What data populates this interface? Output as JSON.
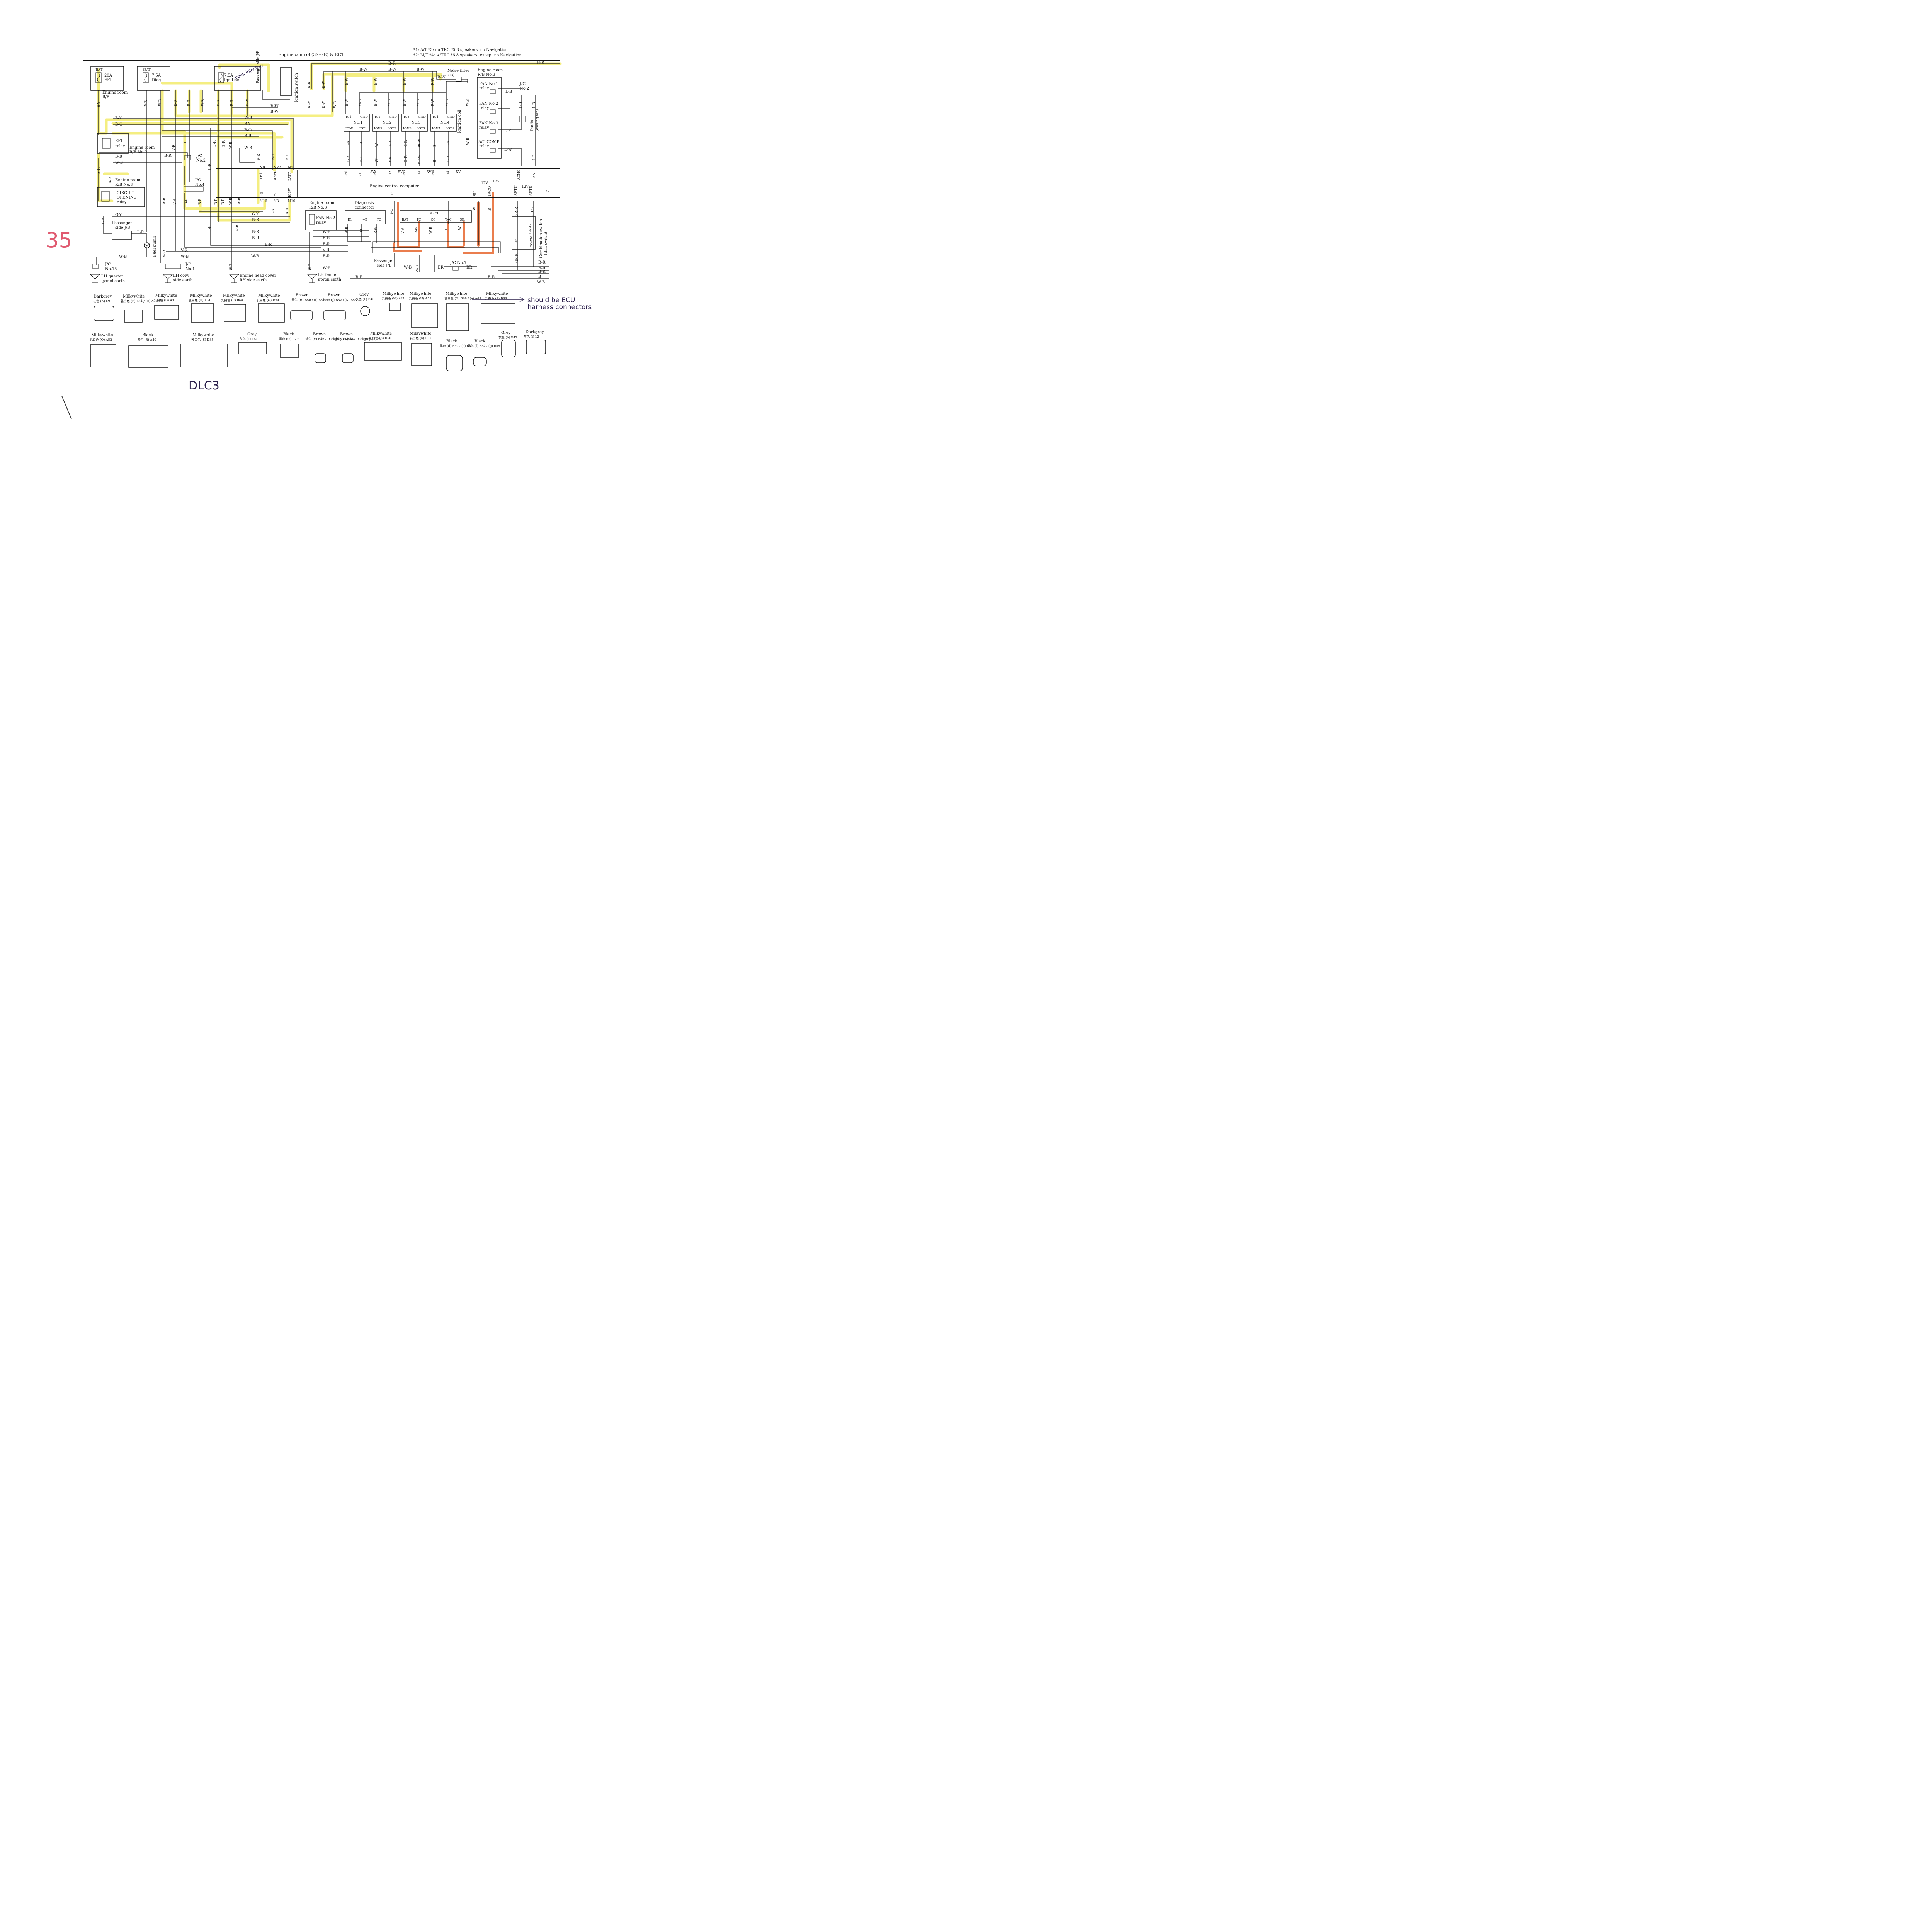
{
  "title": "Engine control (3S-GE) & ECT",
  "notes": [
    "*1: A/T  *3: no TRC  *5  8 speakers, no Navigation",
    "*2: M/T  *4: w/TRC  *6  8 speakers, except no Navigation"
  ],
  "fuses": [
    {
      "src": "(BAT)",
      "rating": "20A",
      "name": "EFI"
    },
    {
      "src": "(BAT)",
      "rating": "7.5A",
      "name": "Diag"
    },
    {
      "src": "",
      "rating": "7.5A",
      "name": "Ignition"
    }
  ],
  "labels": {
    "engine_room_rb": "Engine room\nR/B",
    "engine_room_rb2": "Engine room\nR/B No.2",
    "engine_room_rb3": "Engine room\nR/B No.3",
    "engine_room_rb3_right": "Engine room\nR/B No.3",
    "engine_room_rb3_mid": "Engine room\nR/B No.3",
    "passenger_jb_top": "Passenger\nside J/B",
    "ignition_switch": "Ignition switch",
    "noise_filter": "Noise filter\n(IG)",
    "ignition_coil": "Ignition coil",
    "efi_relay": "EFI\nrelay",
    "circuit_opening_relay": "CIRCUIT\nOPENING\nrelay",
    "jc2": "J/C\nNo.2",
    "jc4": "J/C\nNo.4",
    "jc15": "J/C\nNo.15",
    "jc1": "J/C\nNo.1",
    "jc7": "J/C No.7",
    "jc2_right": "J/C\nNo.2",
    "passenger_jb_left": "Passenger\nside J/B",
    "passenger_jb_bottom": "Passenger\nside J/B",
    "fuel_pump": "Fuel pump",
    "ecu": "Engine control computer",
    "diag_connector": "Diagnosis\nconnector",
    "dlc3": "DLC3",
    "fan_no2_relay_mid": "FAN No.2\nrelay",
    "fan1": "FAN No.1\nrelay",
    "fan2": "FAN No.2\nrelay",
    "fan3": "FAN No.3\nrelay",
    "ac_comp": "A/C COMP\nrelay",
    "diode": "Diode\n(cooling fan)",
    "comb_switch": "Combination switch\n(shift switch)",
    "earth_lh_quarter": "LH quarter\npanel earth",
    "earth_lh_cowl": "LH cowl\nside earth",
    "earth_head_cover": "Engine head cover\nRH side earth",
    "earth_lh_fender": "LH fender\napron earth"
  },
  "handwriting": {
    "page_number": "35",
    "coils_note": "coils\ninjectors",
    "ecu_note": "should be ECU\nharness connectors",
    "dlc3_note": "DLC3"
  },
  "wire_colors": [
    "B-R",
    "B-W",
    "B-Y",
    "B-O",
    "W-B",
    "V-R",
    "B-L",
    "Y-R",
    "G-R",
    "BR-W",
    "L-R",
    "L-B",
    "L-W",
    "G-Y",
    "Y-G",
    "R-W",
    "R-B",
    "B-Y"
  ],
  "ecu_top_pins": [
    "+B1 N8",
    "MREL N22",
    "BATT N1"
  ],
  "ecu_bottom_pins": [
    "+B N16",
    "FC N3",
    "IGSW N10"
  ],
  "ignitors": [
    "NO.1",
    "NO.2",
    "NO.3",
    "NO.4"
  ],
  "connectors": [
    {
      "color": "Darkgrey",
      "codes": "灰色 (A) L9"
    },
    {
      "color": "Milkywhite",
      "codes": "乳白色 (B) L24 / (C) A30"
    },
    {
      "color": "Milkywhite",
      "codes": "乳白色 (D) A31"
    },
    {
      "color": "Milkywhite",
      "codes": "乳白色 (E) A51"
    },
    {
      "color": "Milkywhite",
      "codes": "乳白色 (F) B69"
    },
    {
      "color": "Milkywhite",
      "codes": "乳白色 (G) D24"
    },
    {
      "color": "Brown",
      "codes": "茶色 (H) B50 / (I) B51"
    },
    {
      "color": "Brown",
      "codes": "茶色 (J) B52 / (K) B53"
    },
    {
      "color": "Grey",
      "codes": "灰色 (L) B43"
    },
    {
      "color": "Milkywhite",
      "codes": "乳白色 (M) A21"
    },
    {
      "color": "Milkywhite",
      "codes": "乳白色 (N) A53"
    },
    {
      "color": "Milkywhite",
      "codes": "乳白色 (O) B68 / (a) A49"
    },
    {
      "color": "Milkywhite",
      "codes": "乳白色 (P) B66"
    },
    {
      "color": "Milkywhite",
      "codes": "乳白色 (Q) A52"
    },
    {
      "color": "Black",
      "codes": "黒色 (R) A40"
    },
    {
      "color": "Milkywhite",
      "codes": "乳白色 (S) D35"
    },
    {
      "color": "Grey",
      "codes": "灰色 (T) D2"
    },
    {
      "color": "Black",
      "codes": "黒色 (U) D29"
    },
    {
      "color": "Brown",
      "codes": "茶色 (V) B46 / Darkgrey (W) B47"
    },
    {
      "color": "Brown",
      "codes": "茶色 (X) B48 / Darkgrey (Y) B49"
    },
    {
      "color": "Milkywhite",
      "codes": "乳白色 (Z) D50"
    },
    {
      "color": "Milkywhite",
      "codes": "乳白色 (b) B67"
    },
    {
      "color": "Black",
      "codes": "黒色 (d) B30 / (e) B31"
    },
    {
      "color": "Black",
      "codes": "黒色 (f) B54 / (g) B55"
    },
    {
      "color": "Grey",
      "codes": "灰色 (h) E42"
    },
    {
      "color": "Darkgrey",
      "codes": "灰色 (i) L2"
    }
  ],
  "colors": {
    "highlight_yellow": "#f3ec6c",
    "highlight_orange": "#e8703a",
    "ink": "#111111",
    "hand_ink": "#2a1e4a",
    "hand_red": "#e05a70"
  }
}
